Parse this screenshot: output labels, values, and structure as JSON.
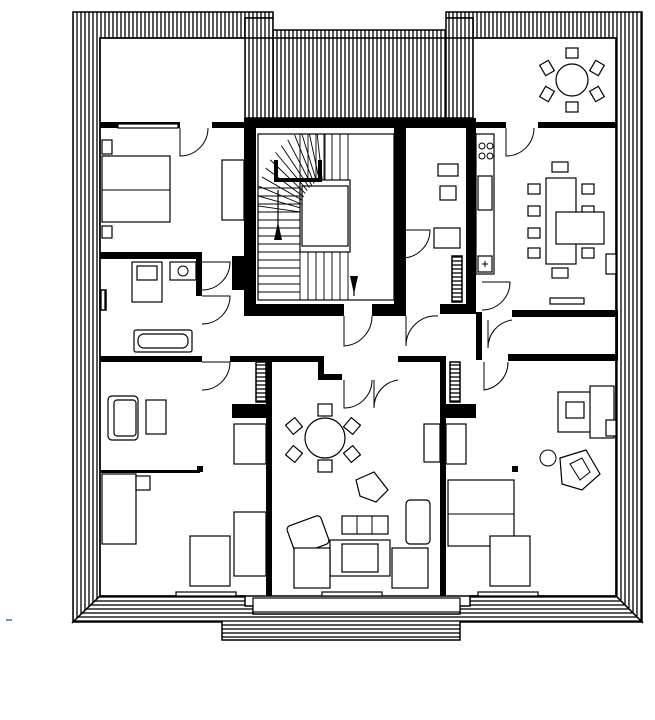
{
  "title": "",
  "colors": {
    "ink": "#000000",
    "paper": "#ffffff",
    "stray_mark": "#3a6bc9"
  },
  "rooms": [
    {
      "id": "bedroom",
      "kind": "bedroom"
    },
    {
      "id": "bathroom",
      "kind": "bathroom"
    },
    {
      "id": "staircase",
      "kind": "stairs"
    },
    {
      "id": "kitchen",
      "kind": "kitchen"
    },
    {
      "id": "dining",
      "kind": "dining room"
    },
    {
      "id": "office-left",
      "kind": "office"
    },
    {
      "id": "living",
      "kind": "living room"
    },
    {
      "id": "office-right",
      "kind": "office"
    },
    {
      "id": "hallway",
      "kind": "hallway"
    },
    {
      "id": "balcony",
      "kind": "balcony"
    }
  ],
  "icons": [
    "bed-icon",
    "toilet-icon",
    "sink-icon",
    "bathtub-icon",
    "stairs-icon",
    "stove-icon",
    "dining-table-icon",
    "round-table-icon",
    "armchair-icon",
    "desk-icon",
    "sofa-icon"
  ]
}
